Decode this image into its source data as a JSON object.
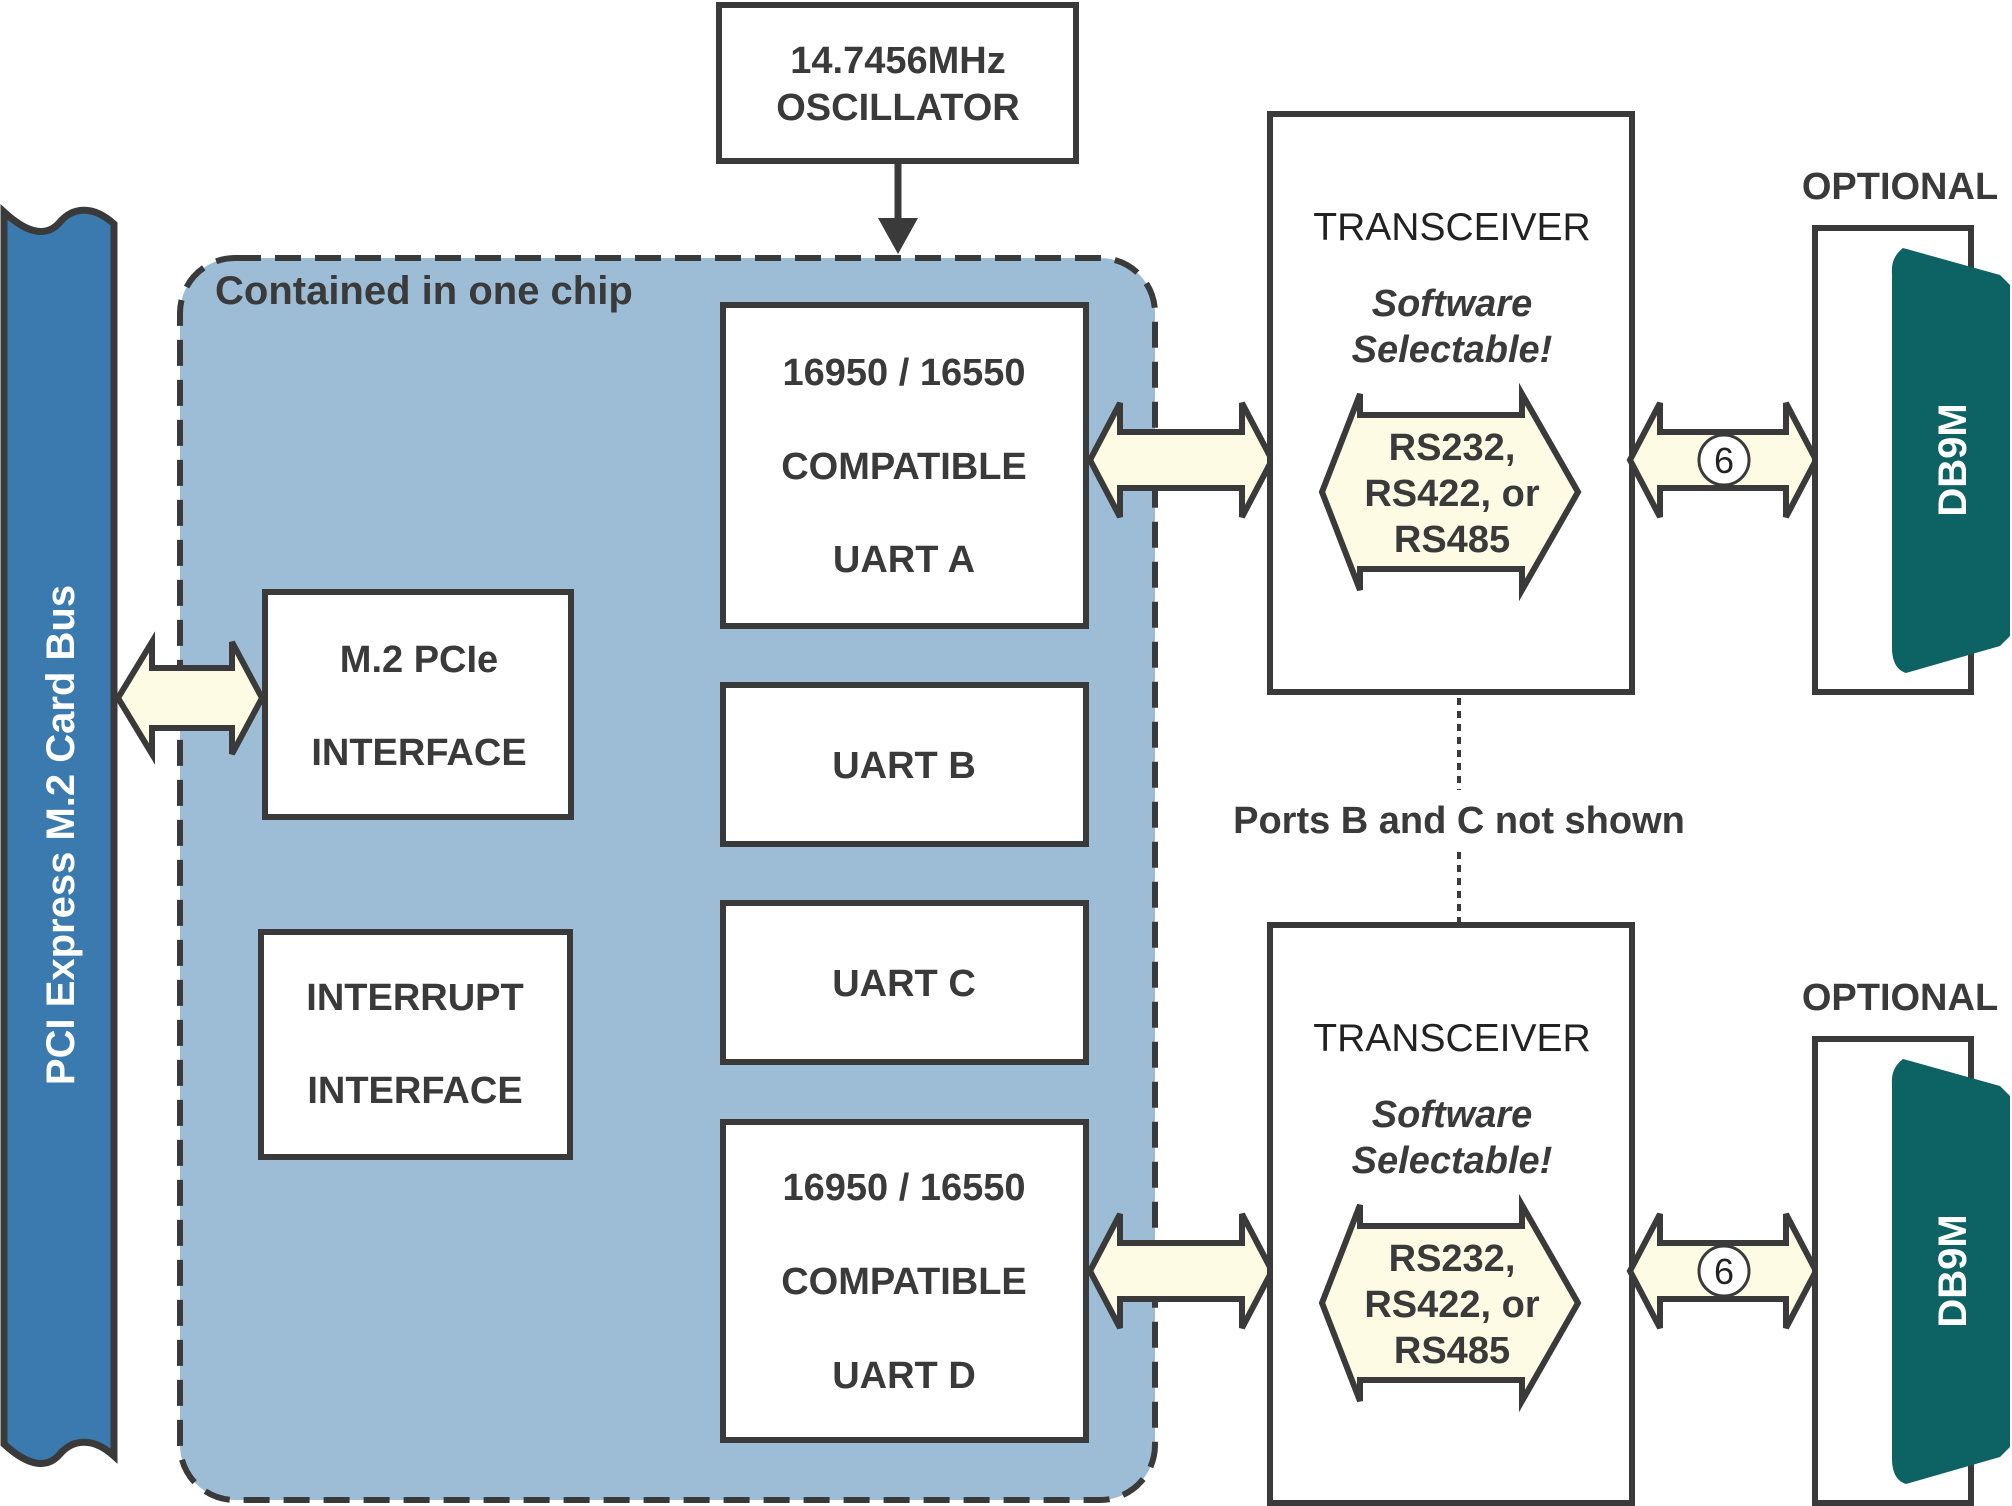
{
  "colors": {
    "chip_fill": "#9dbcd6",
    "bus_fill": "#3a7aae",
    "connector_fill": "#0d6363",
    "arrow_fill": "#fdfbe3",
    "stroke": "#3a3a3a"
  },
  "oscillator": {
    "line1": "14.7456MHz",
    "line2": "OSCILLATOR"
  },
  "chip": {
    "label": "Contained in one chip"
  },
  "bus": {
    "label": "PCI Express M.2 Card Bus"
  },
  "m2_interface": {
    "line1": "M.2 PCIe",
    "line2": "INTERFACE"
  },
  "interrupt_interface": {
    "line1": "INTERRUPT",
    "line2": "INTERFACE"
  },
  "uart_a": {
    "line1": "16950 / 16550",
    "line2": "COMPATIBLE",
    "line3": "UART A"
  },
  "uart_b": {
    "label": "UART B"
  },
  "uart_c": {
    "label": "UART C"
  },
  "uart_d": {
    "line1": "16950 / 16550",
    "line2": "COMPATIBLE",
    "line3": "UART D"
  },
  "transceivers": [
    {
      "title": "TRANSCEIVER",
      "sel1": "Software",
      "sel2": "Selectable!",
      "mode1": "RS232,",
      "mode2": "RS422, or",
      "mode3": "RS485",
      "line_count": "6",
      "optional": "OPTIONAL",
      "connector": "DB9M"
    },
    {
      "title": "TRANSCEIVER",
      "sel1": "Software",
      "sel2": "Selectable!",
      "mode1": "RS232,",
      "mode2": "RS422, or",
      "mode3": "RS485",
      "line_count": "6",
      "optional": "OPTIONAL",
      "connector": "DB9M"
    }
  ],
  "ports_note": "Ports B and C not shown"
}
